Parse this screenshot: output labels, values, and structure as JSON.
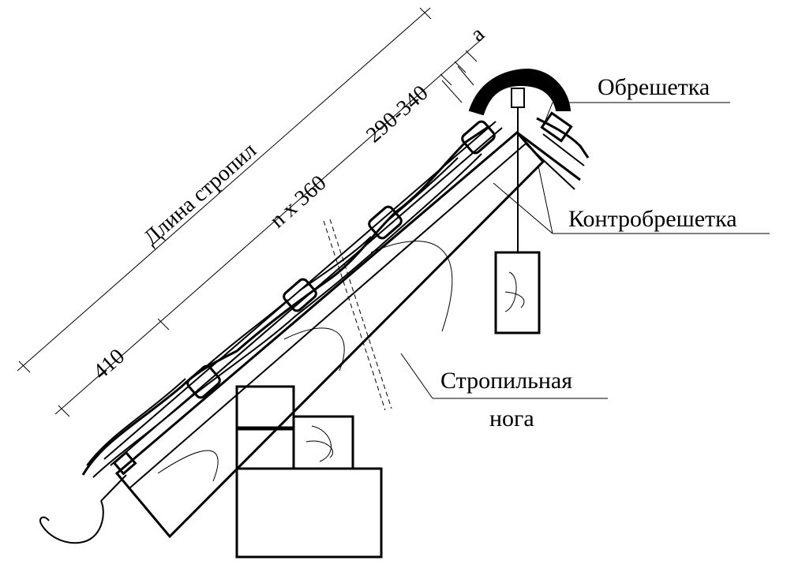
{
  "dimensions": {
    "rafter_length": "Длина стропил",
    "eave_offset": "410",
    "batten_spacing": "n x 360",
    "top_spacing": "290-340",
    "ridge_gap": "a"
  },
  "callouts": {
    "batten": "Обрешетка",
    "counter_batten": "Контробрешетка",
    "rafter_line1": "Стропильная",
    "rafter_line2": "нога"
  }
}
